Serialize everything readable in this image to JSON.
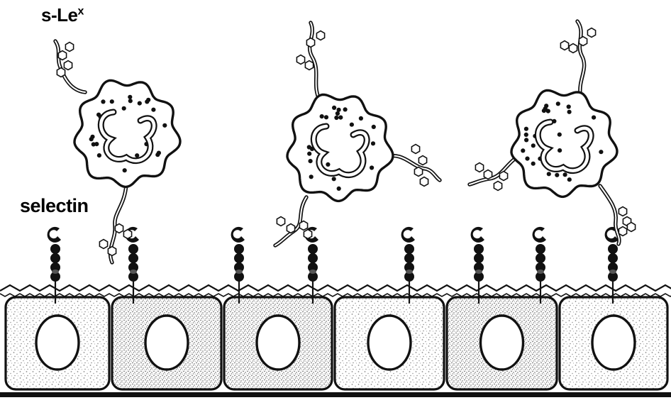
{
  "labels": {
    "sle_base": "s-Le",
    "sle_sup": "x",
    "selectin": "selectin"
  },
  "colors": {
    "ink": "#111111",
    "background": "#ffffff",
    "cell_stipple": "#9a9a9a"
  },
  "diagram": {
    "leukocytes": 3,
    "selectin_molecules": 8,
    "endothelial_cells": 6
  }
}
